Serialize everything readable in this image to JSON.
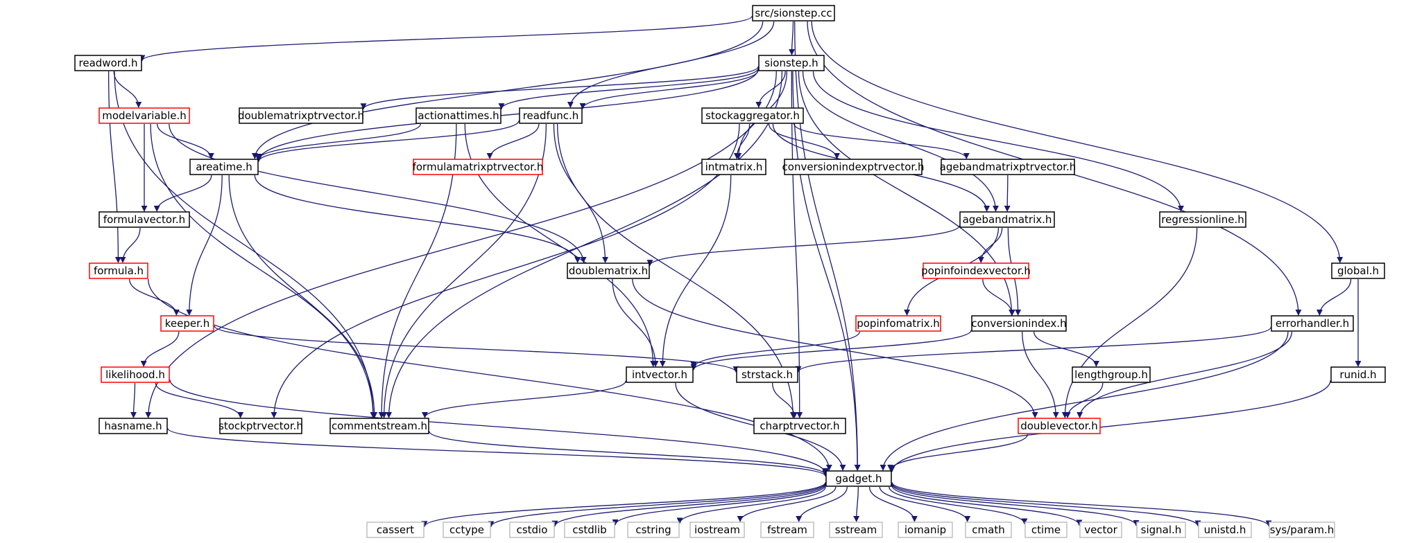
{
  "colors": {
    "normal_border": "#000000",
    "incomplete_border": "#ff0000",
    "system_border": "#bfbfbf",
    "root_fill": "#bfbfbf",
    "edge": "#191970"
  },
  "nodes": [
    {
      "id": "root",
      "label": "src/sionstep.cc",
      "kind": "root"
    },
    {
      "id": "readword",
      "label": "readword.h",
      "kind": "normal"
    },
    {
      "id": "sionstep",
      "label": "sionstep.h",
      "kind": "normal"
    },
    {
      "id": "modelvariable",
      "label": "modelvariable.h",
      "kind": "incomplete"
    },
    {
      "id": "dmpv",
      "label": "doublematrixptrvector.h",
      "kind": "normal"
    },
    {
      "id": "actionattimes",
      "label": "actionattimes.h",
      "kind": "normal"
    },
    {
      "id": "readfunc",
      "label": "readfunc.h",
      "kind": "normal"
    },
    {
      "id": "stockaggregator",
      "label": "stockaggregator.h",
      "kind": "normal"
    },
    {
      "id": "areatime",
      "label": "areatime.h",
      "kind": "normal"
    },
    {
      "id": "fmpv",
      "label": "formulamatrixptrvector.h",
      "kind": "incomplete"
    },
    {
      "id": "intmatrix",
      "label": "intmatrix.h",
      "kind": "normal"
    },
    {
      "id": "cipv",
      "label": "conversionindexptrvector.h",
      "kind": "normal"
    },
    {
      "id": "abmpv",
      "label": "agebandmatrixptrvector.h",
      "kind": "normal"
    },
    {
      "id": "formulavector",
      "label": "formulavector.h",
      "kind": "normal"
    },
    {
      "id": "agebandmatrix",
      "label": "agebandmatrix.h",
      "kind": "normal"
    },
    {
      "id": "regressionline",
      "label": "regressionline.h",
      "kind": "normal"
    },
    {
      "id": "formula",
      "label": "formula.h",
      "kind": "incomplete"
    },
    {
      "id": "doublematrix",
      "label": "doublematrix.h",
      "kind": "normal"
    },
    {
      "id": "popinfoindexvector",
      "label": "popinfoindexvector.h",
      "kind": "incomplete"
    },
    {
      "id": "global",
      "label": "global.h",
      "kind": "normal"
    },
    {
      "id": "keeper",
      "label": "keeper.h",
      "kind": "incomplete"
    },
    {
      "id": "popinfomatrix",
      "label": "popinfomatrix.h",
      "kind": "incomplete"
    },
    {
      "id": "conversionindex",
      "label": "conversionindex.h",
      "kind": "normal"
    },
    {
      "id": "errorhandler",
      "label": "errorhandler.h",
      "kind": "normal"
    },
    {
      "id": "likelihood",
      "label": "likelihood.h",
      "kind": "incomplete"
    },
    {
      "id": "intvector",
      "label": "intvector.h",
      "kind": "normal"
    },
    {
      "id": "strstack",
      "label": "strstack.h",
      "kind": "normal"
    },
    {
      "id": "lengthgroup",
      "label": "lengthgroup.h",
      "kind": "normal"
    },
    {
      "id": "runid",
      "label": "runid.h",
      "kind": "normal"
    },
    {
      "id": "hasname",
      "label": "hasname.h",
      "kind": "normal"
    },
    {
      "id": "stockptrvector",
      "label": "stockptrvector.h",
      "kind": "normal"
    },
    {
      "id": "commentstream",
      "label": "commentstream.h",
      "kind": "normal"
    },
    {
      "id": "charptrvector",
      "label": "charptrvector.h",
      "kind": "normal"
    },
    {
      "id": "doublevector",
      "label": "doublevector.h",
      "kind": "incomplete"
    },
    {
      "id": "gadget",
      "label": "gadget.h",
      "kind": "normal"
    },
    {
      "id": "cassert",
      "label": "cassert",
      "kind": "system"
    },
    {
      "id": "cctype",
      "label": "cctype",
      "kind": "system"
    },
    {
      "id": "cstdio",
      "label": "cstdio",
      "kind": "system"
    },
    {
      "id": "cstdlib",
      "label": "cstdlib",
      "kind": "system"
    },
    {
      "id": "cstring",
      "label": "cstring",
      "kind": "system"
    },
    {
      "id": "iostream",
      "label": "iostream",
      "kind": "system"
    },
    {
      "id": "fstream",
      "label": "fstream",
      "kind": "system"
    },
    {
      "id": "sstream",
      "label": "sstream",
      "kind": "system"
    },
    {
      "id": "iomanip",
      "label": "iomanip",
      "kind": "system"
    },
    {
      "id": "cmath",
      "label": "cmath",
      "kind": "system"
    },
    {
      "id": "ctime",
      "label": "ctime",
      "kind": "system"
    },
    {
      "id": "vector",
      "label": "vector",
      "kind": "system"
    },
    {
      "id": "signal",
      "label": "signal.h",
      "kind": "system"
    },
    {
      "id": "unistd",
      "label": "unistd.h",
      "kind": "system"
    },
    {
      "id": "sysparam",
      "label": "sys/param.h",
      "kind": "system"
    }
  ],
  "edges": [
    [
      "root",
      "readword"
    ],
    [
      "root",
      "sionstep"
    ],
    [
      "root",
      "areatime"
    ],
    [
      "root",
      "readfunc"
    ],
    [
      "root",
      "global"
    ],
    [
      "root",
      "errorhandler"
    ],
    [
      "root",
      "gadget"
    ],
    [
      "readword",
      "modelvariable"
    ],
    [
      "readword",
      "formula"
    ],
    [
      "readword",
      "commentstream"
    ],
    [
      "sionstep",
      "dmpv"
    ],
    [
      "sionstep",
      "actionattimes"
    ],
    [
      "sionstep",
      "readfunc"
    ],
    [
      "sionstep",
      "stockaggregator"
    ],
    [
      "sionstep",
      "areatime"
    ],
    [
      "sionstep",
      "intmatrix"
    ],
    [
      "sionstep",
      "agebandmatrix"
    ],
    [
      "sionstep",
      "regressionline"
    ],
    [
      "sionstep",
      "conversionindex"
    ],
    [
      "sionstep",
      "hasname"
    ],
    [
      "sionstep",
      "commentstream"
    ],
    [
      "sionstep",
      "charptrvector"
    ],
    [
      "sionstep",
      "gadget"
    ],
    [
      "modelvariable",
      "areatime"
    ],
    [
      "modelvariable",
      "formulavector"
    ],
    [
      "modelvariable",
      "doublematrix"
    ],
    [
      "modelvariable",
      "commentstream"
    ],
    [
      "actionattimes",
      "areatime"
    ],
    [
      "actionattimes",
      "commentstream"
    ],
    [
      "actionattimes",
      "intvector"
    ],
    [
      "readfunc",
      "areatime"
    ],
    [
      "readfunc",
      "fmpv"
    ],
    [
      "readfunc",
      "doublematrix"
    ],
    [
      "readfunc",
      "commentstream"
    ],
    [
      "readfunc",
      "charptrvector"
    ],
    [
      "stockaggregator",
      "intmatrix"
    ],
    [
      "stockaggregator",
      "cipv"
    ],
    [
      "stockaggregator",
      "abmpv"
    ],
    [
      "stockaggregator",
      "agebandmatrix"
    ],
    [
      "stockaggregator",
      "stockptrvector"
    ],
    [
      "areatime",
      "formulavector"
    ],
    [
      "areatime",
      "keeper"
    ],
    [
      "areatime",
      "doublematrix"
    ],
    [
      "areatime",
      "commentstream"
    ],
    [
      "intmatrix",
      "intvector"
    ],
    [
      "abmpv",
      "agebandmatrix"
    ],
    [
      "formulavector",
      "formula"
    ],
    [
      "agebandmatrix",
      "doublematrix"
    ],
    [
      "agebandmatrix",
      "popinfoindexvector"
    ],
    [
      "agebandmatrix",
      "popinfomatrix"
    ],
    [
      "agebandmatrix",
      "conversionindex"
    ],
    [
      "regressionline",
      "doublevector"
    ],
    [
      "formula",
      "keeper"
    ],
    [
      "formula",
      "gadget"
    ],
    [
      "doublematrix",
      "intvector"
    ],
    [
      "doublematrix",
      "doublevector"
    ],
    [
      "popinfoindexvector",
      "conversionindex"
    ],
    [
      "global",
      "errorhandler"
    ],
    [
      "global",
      "runid"
    ],
    [
      "keeper",
      "likelihood"
    ],
    [
      "keeper",
      "strstack"
    ],
    [
      "popinfomatrix",
      "intvector"
    ],
    [
      "conversionindex",
      "intvector"
    ],
    [
      "conversionindex",
      "lengthgroup"
    ],
    [
      "conversionindex",
      "doublevector"
    ],
    [
      "errorhandler",
      "strstack"
    ],
    [
      "errorhandler",
      "doublevector"
    ],
    [
      "errorhandler",
      "gadget"
    ],
    [
      "likelihood",
      "hasname"
    ],
    [
      "likelihood",
      "stockptrvector"
    ],
    [
      "likelihood",
      "gadget"
    ],
    [
      "intvector",
      "commentstream"
    ],
    [
      "intvector",
      "gadget"
    ],
    [
      "strstack",
      "charptrvector"
    ],
    [
      "lengthgroup",
      "doublevector"
    ],
    [
      "runid",
      "gadget"
    ],
    [
      "hasname",
      "gadget"
    ],
    [
      "commentstream",
      "gadget"
    ],
    [
      "doublevector",
      "gadget"
    ],
    [
      "gadget",
      "cassert"
    ],
    [
      "gadget",
      "cctype"
    ],
    [
      "gadget",
      "cstdio"
    ],
    [
      "gadget",
      "cstdlib"
    ],
    [
      "gadget",
      "cstring"
    ],
    [
      "gadget",
      "iostream"
    ],
    [
      "gadget",
      "fstream"
    ],
    [
      "gadget",
      "sstream"
    ],
    [
      "gadget",
      "iomanip"
    ],
    [
      "gadget",
      "cmath"
    ],
    [
      "gadget",
      "ctime"
    ],
    [
      "gadget",
      "vector"
    ],
    [
      "gadget",
      "signal"
    ],
    [
      "gadget",
      "unistd"
    ],
    [
      "gadget",
      "sysparam"
    ]
  ]
}
